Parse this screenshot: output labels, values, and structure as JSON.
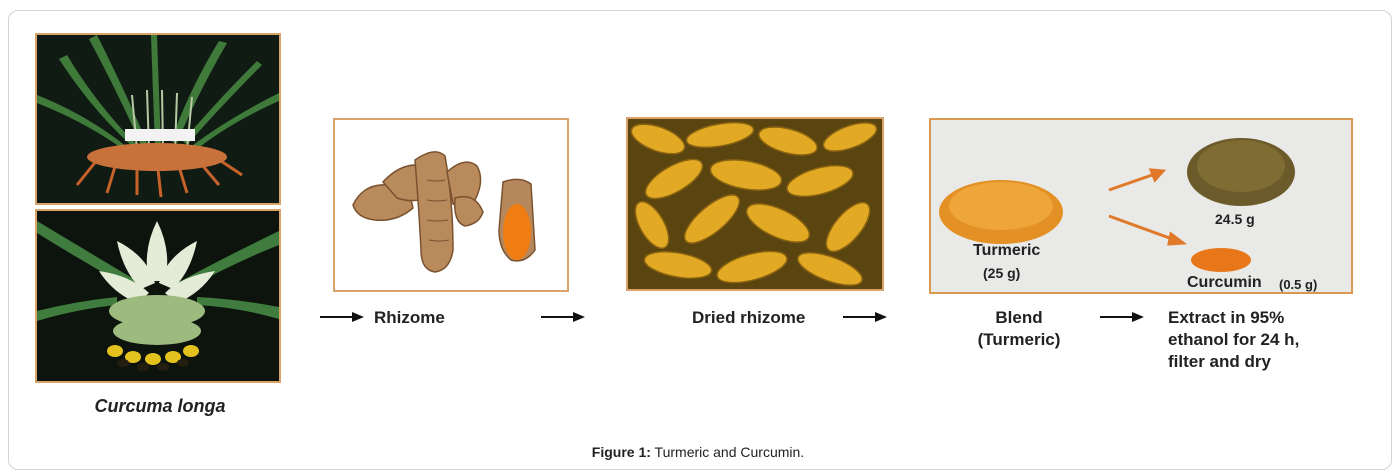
{
  "steps": {
    "plant": "Curcuma longa",
    "rhizome": "Rhizome",
    "dried": "Dried rhizome",
    "blend_line1": "Blend",
    "blend_line2": "(Turmeric)",
    "extract_line1": "Extract in 95%",
    "extract_line2": "ethanol for 24 h,",
    "extract_line3": "filter and dry"
  },
  "blend_panel": {
    "turmeric_label": "Turmeric",
    "turmeric_amount": "(25 g)",
    "residue_amount": "24.5 g",
    "curcumin_label": "Curcumin",
    "curcumin_amount": "(0.5 g)"
  },
  "caption": {
    "prefix": "Figure 1:",
    "text": " Turmeric and Curcumin."
  },
  "colors": {
    "panel_border": "#d9a36a",
    "turmeric_orange": "#e08a1c",
    "arrow_orange": "#e07a2a"
  }
}
